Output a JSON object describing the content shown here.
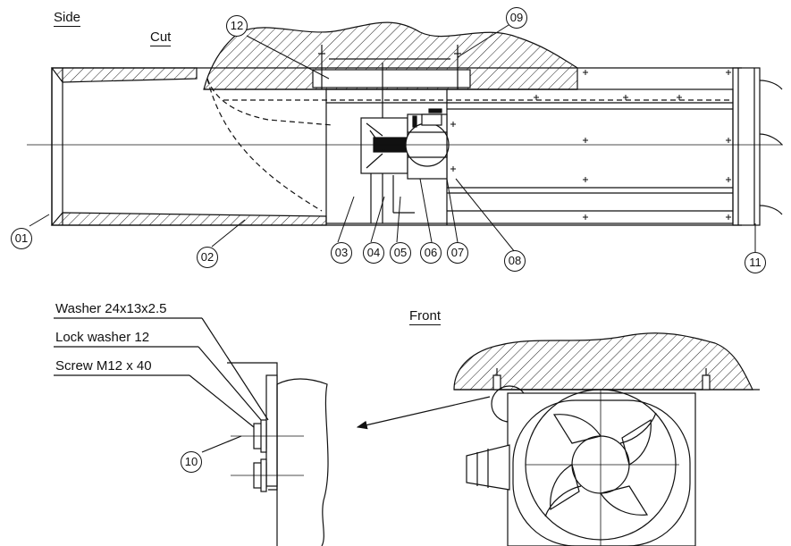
{
  "views": {
    "side_label": "Side",
    "cut_label": "Cut",
    "front_label": "Front"
  },
  "parts": {
    "p01": "01",
    "p02": "02",
    "p03": "03",
    "p04": "04",
    "p05": "05",
    "p06": "06",
    "p07": "07",
    "p08": "08",
    "p09": "09",
    "p10": "10",
    "p11": "11",
    "p12": "12"
  },
  "fasteners": {
    "washer": "Washer 24x13x2.5",
    "lock_washer": "Lock washer 12",
    "screw": "Screw M12 x 40"
  }
}
